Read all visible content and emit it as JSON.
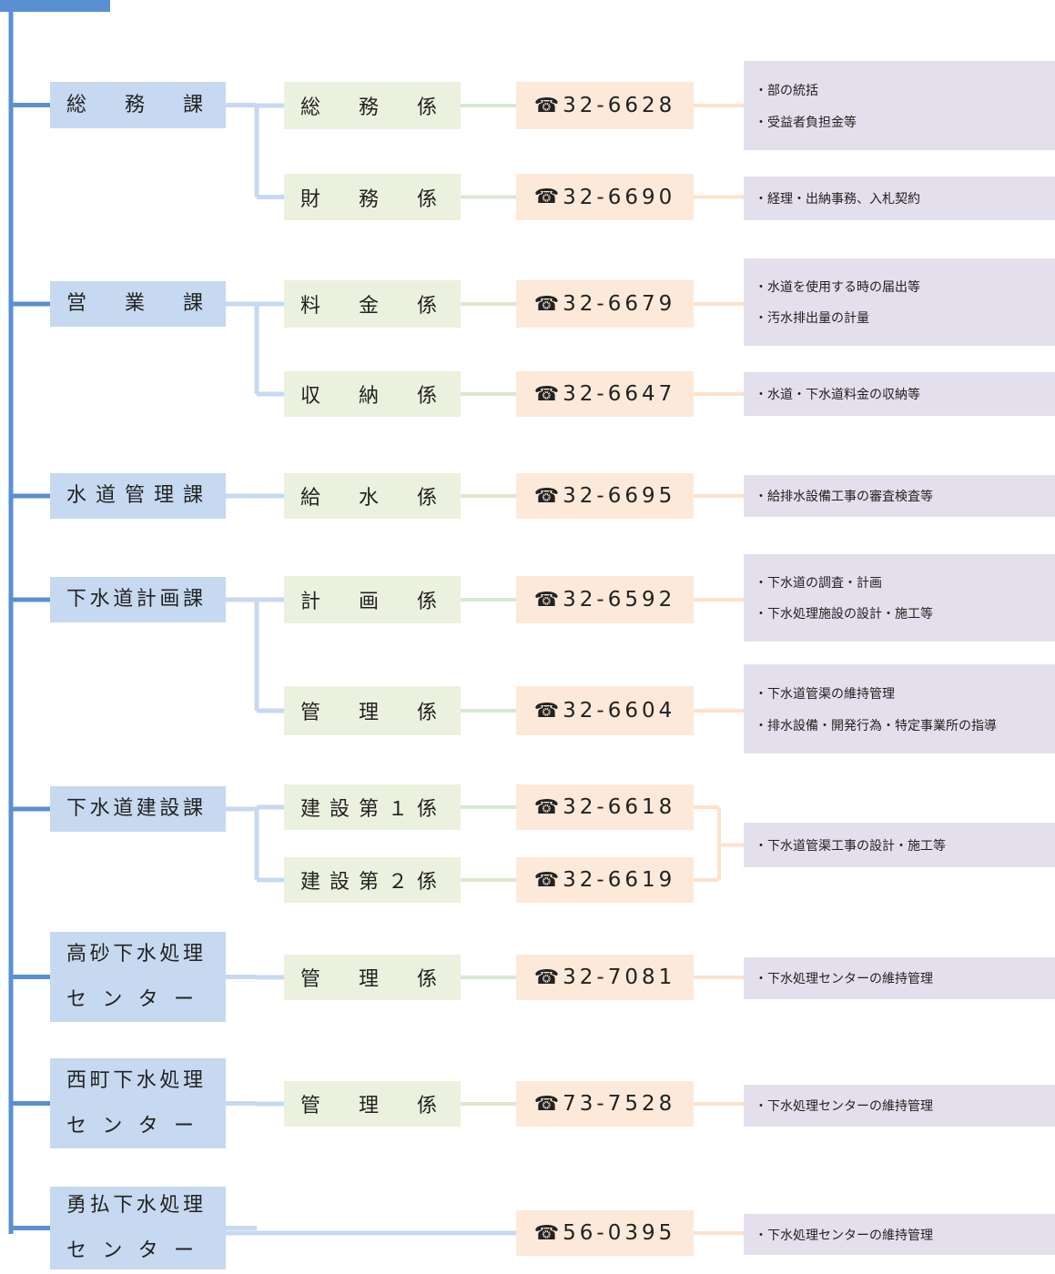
{
  "tel_symbol": "☎",
  "colors": {
    "trunk": "#5b8fd4",
    "dept_fill": "#c6d9f0",
    "sect_fill": "#ebf1de",
    "phone_fill": "#fde9d9",
    "duty_fill": "#e4dfec",
    "dept_conn": "#c6d9f0",
    "sect_conn": "#d9e8cf",
    "phone_conn": "#fde2cc"
  },
  "departments": [
    {
      "name": [
        "総務課"
      ],
      "sections": [
        {
          "name": "総務係",
          "phone": "32-6628",
          "duties": [
            "・部の統括",
            "・受益者負担金等"
          ]
        },
        {
          "name": "財務係",
          "phone": "32-6690",
          "duties": [
            "・経理・出納事務、入札契約"
          ]
        }
      ]
    },
    {
      "name": [
        "営業課"
      ],
      "sections": [
        {
          "name": "料金係",
          "phone": "32-6679",
          "duties": [
            "・水道を使用する時の届出等",
            "・汚水排出量の計量"
          ]
        },
        {
          "name": "収納係",
          "phone": "32-6647",
          "duties": [
            "・水道・下水道料金の収納等"
          ]
        }
      ]
    },
    {
      "name": [
        "水道管理課"
      ],
      "sections": [
        {
          "name": "給水係",
          "phone": "32-6695",
          "duties": [
            "・給排水設備工事の審査検査等"
          ]
        }
      ]
    },
    {
      "name": [
        "下水道計画課"
      ],
      "sections": [
        {
          "name": "計画係",
          "phone": "32-6592",
          "duties": [
            "・下水道の調査・計画",
            "・下水処理施設の設計・施工等"
          ]
        },
        {
          "name": "管理係",
          "phone": "32-6604",
          "duties": [
            "・下水道管渠の維持管理",
            "・排水設備・開発行為・特定事業所の指導"
          ]
        }
      ]
    },
    {
      "name": [
        "下水道建設課"
      ],
      "sections": [
        {
          "name": "建設第１係",
          "phone": "32-6618"
        },
        {
          "name": "建設第２係",
          "phone": "32-6619"
        }
      ],
      "shared_duties": [
        "・下水道管渠工事の設計・施工等"
      ]
    },
    {
      "name": [
        "高砂下水処理",
        "センター"
      ],
      "sections": [
        {
          "name": "管理係",
          "phone": "32-7081",
          "duties": [
            "・下水処理センターの維持管理"
          ]
        }
      ]
    },
    {
      "name": [
        "西町下水処理",
        "センター"
      ],
      "sections": [
        {
          "name": "管理係",
          "phone": "73-7528",
          "duties": [
            "・下水処理センターの維持管理"
          ]
        }
      ]
    },
    {
      "name": [
        "勇払下水処理",
        "センター"
      ],
      "sections": [
        {
          "name": "",
          "phone": "56-0395",
          "duties": [
            "・下水処理センターの維持管理"
          ]
        }
      ]
    }
  ]
}
